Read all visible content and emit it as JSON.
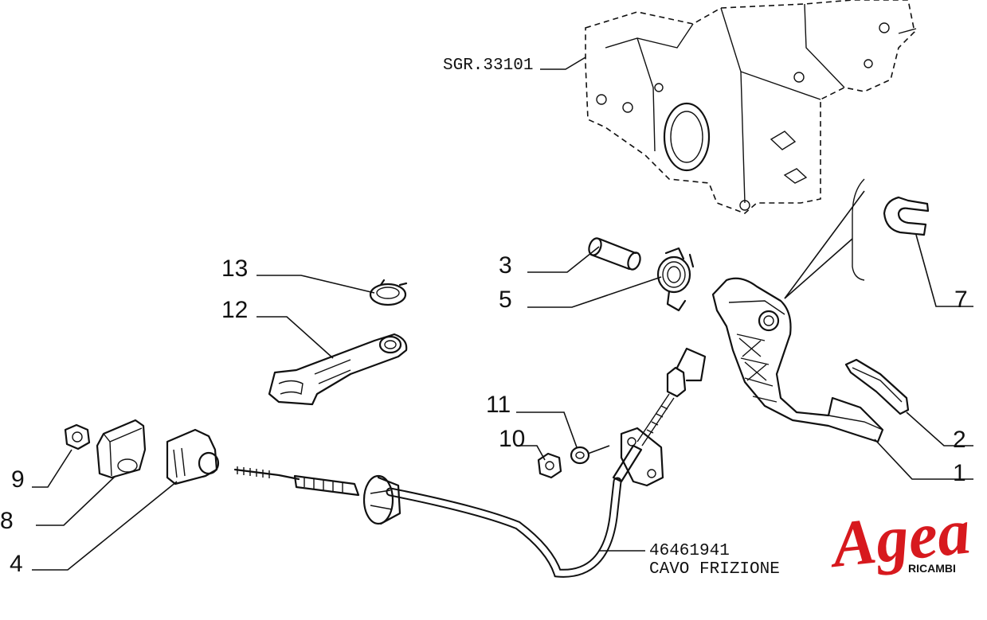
{
  "reference_label": "SGR.33101",
  "part_numbers": [
    "1",
    "2",
    "3",
    "4",
    "5",
    "7",
    "8",
    "9",
    "10",
    "11",
    "12",
    "13"
  ],
  "cable": {
    "code": "46461941",
    "name": "CAVO FRIZIONE"
  },
  "logo": {
    "brand": "Agea",
    "subtitle": "RICAMBI",
    "brand_color": "#d7191e"
  }
}
